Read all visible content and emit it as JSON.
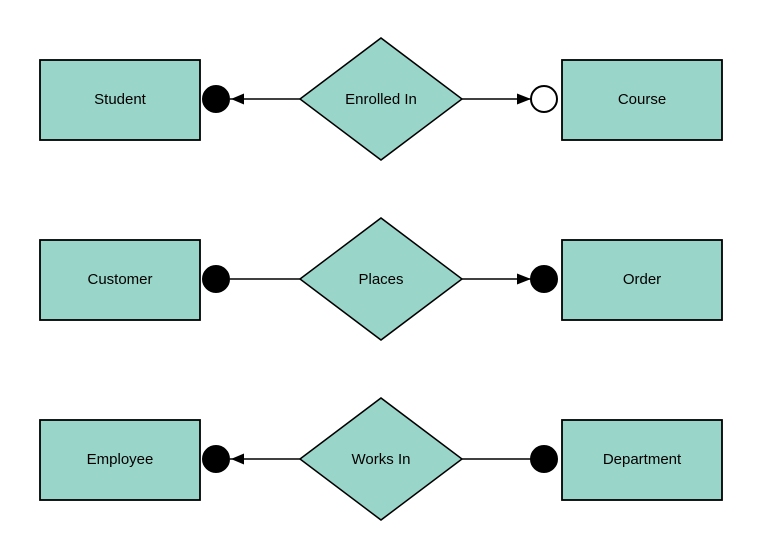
{
  "diagram": {
    "type": "entity-relationship-diagram",
    "background": "#ffffff",
    "colors": {
      "shape_fill": "#99d5c8",
      "shape_stroke": "#000000",
      "connector": "#000000",
      "filled_terminator": "#000000",
      "open_terminator_fill": "#ffffff",
      "label_text": "#000000"
    },
    "rows": [
      {
        "left_entity": "Student",
        "relationship": "Enrolled In",
        "right_entity": "Course",
        "left_terminator": "filled-circle",
        "left_arrowhead": true,
        "right_terminator": "open-circle",
        "right_arrowhead": true
      },
      {
        "left_entity": "Customer",
        "relationship": "Places",
        "right_entity": "Order",
        "left_terminator": "filled-circle",
        "left_arrowhead": false,
        "right_terminator": "filled-circle",
        "right_arrowhead": true
      },
      {
        "left_entity": "Employee",
        "relationship": "Works In",
        "right_entity": "Department",
        "left_terminator": "filled-circle",
        "left_arrowhead": true,
        "right_terminator": "filled-circle",
        "right_arrowhead": false
      }
    ]
  }
}
